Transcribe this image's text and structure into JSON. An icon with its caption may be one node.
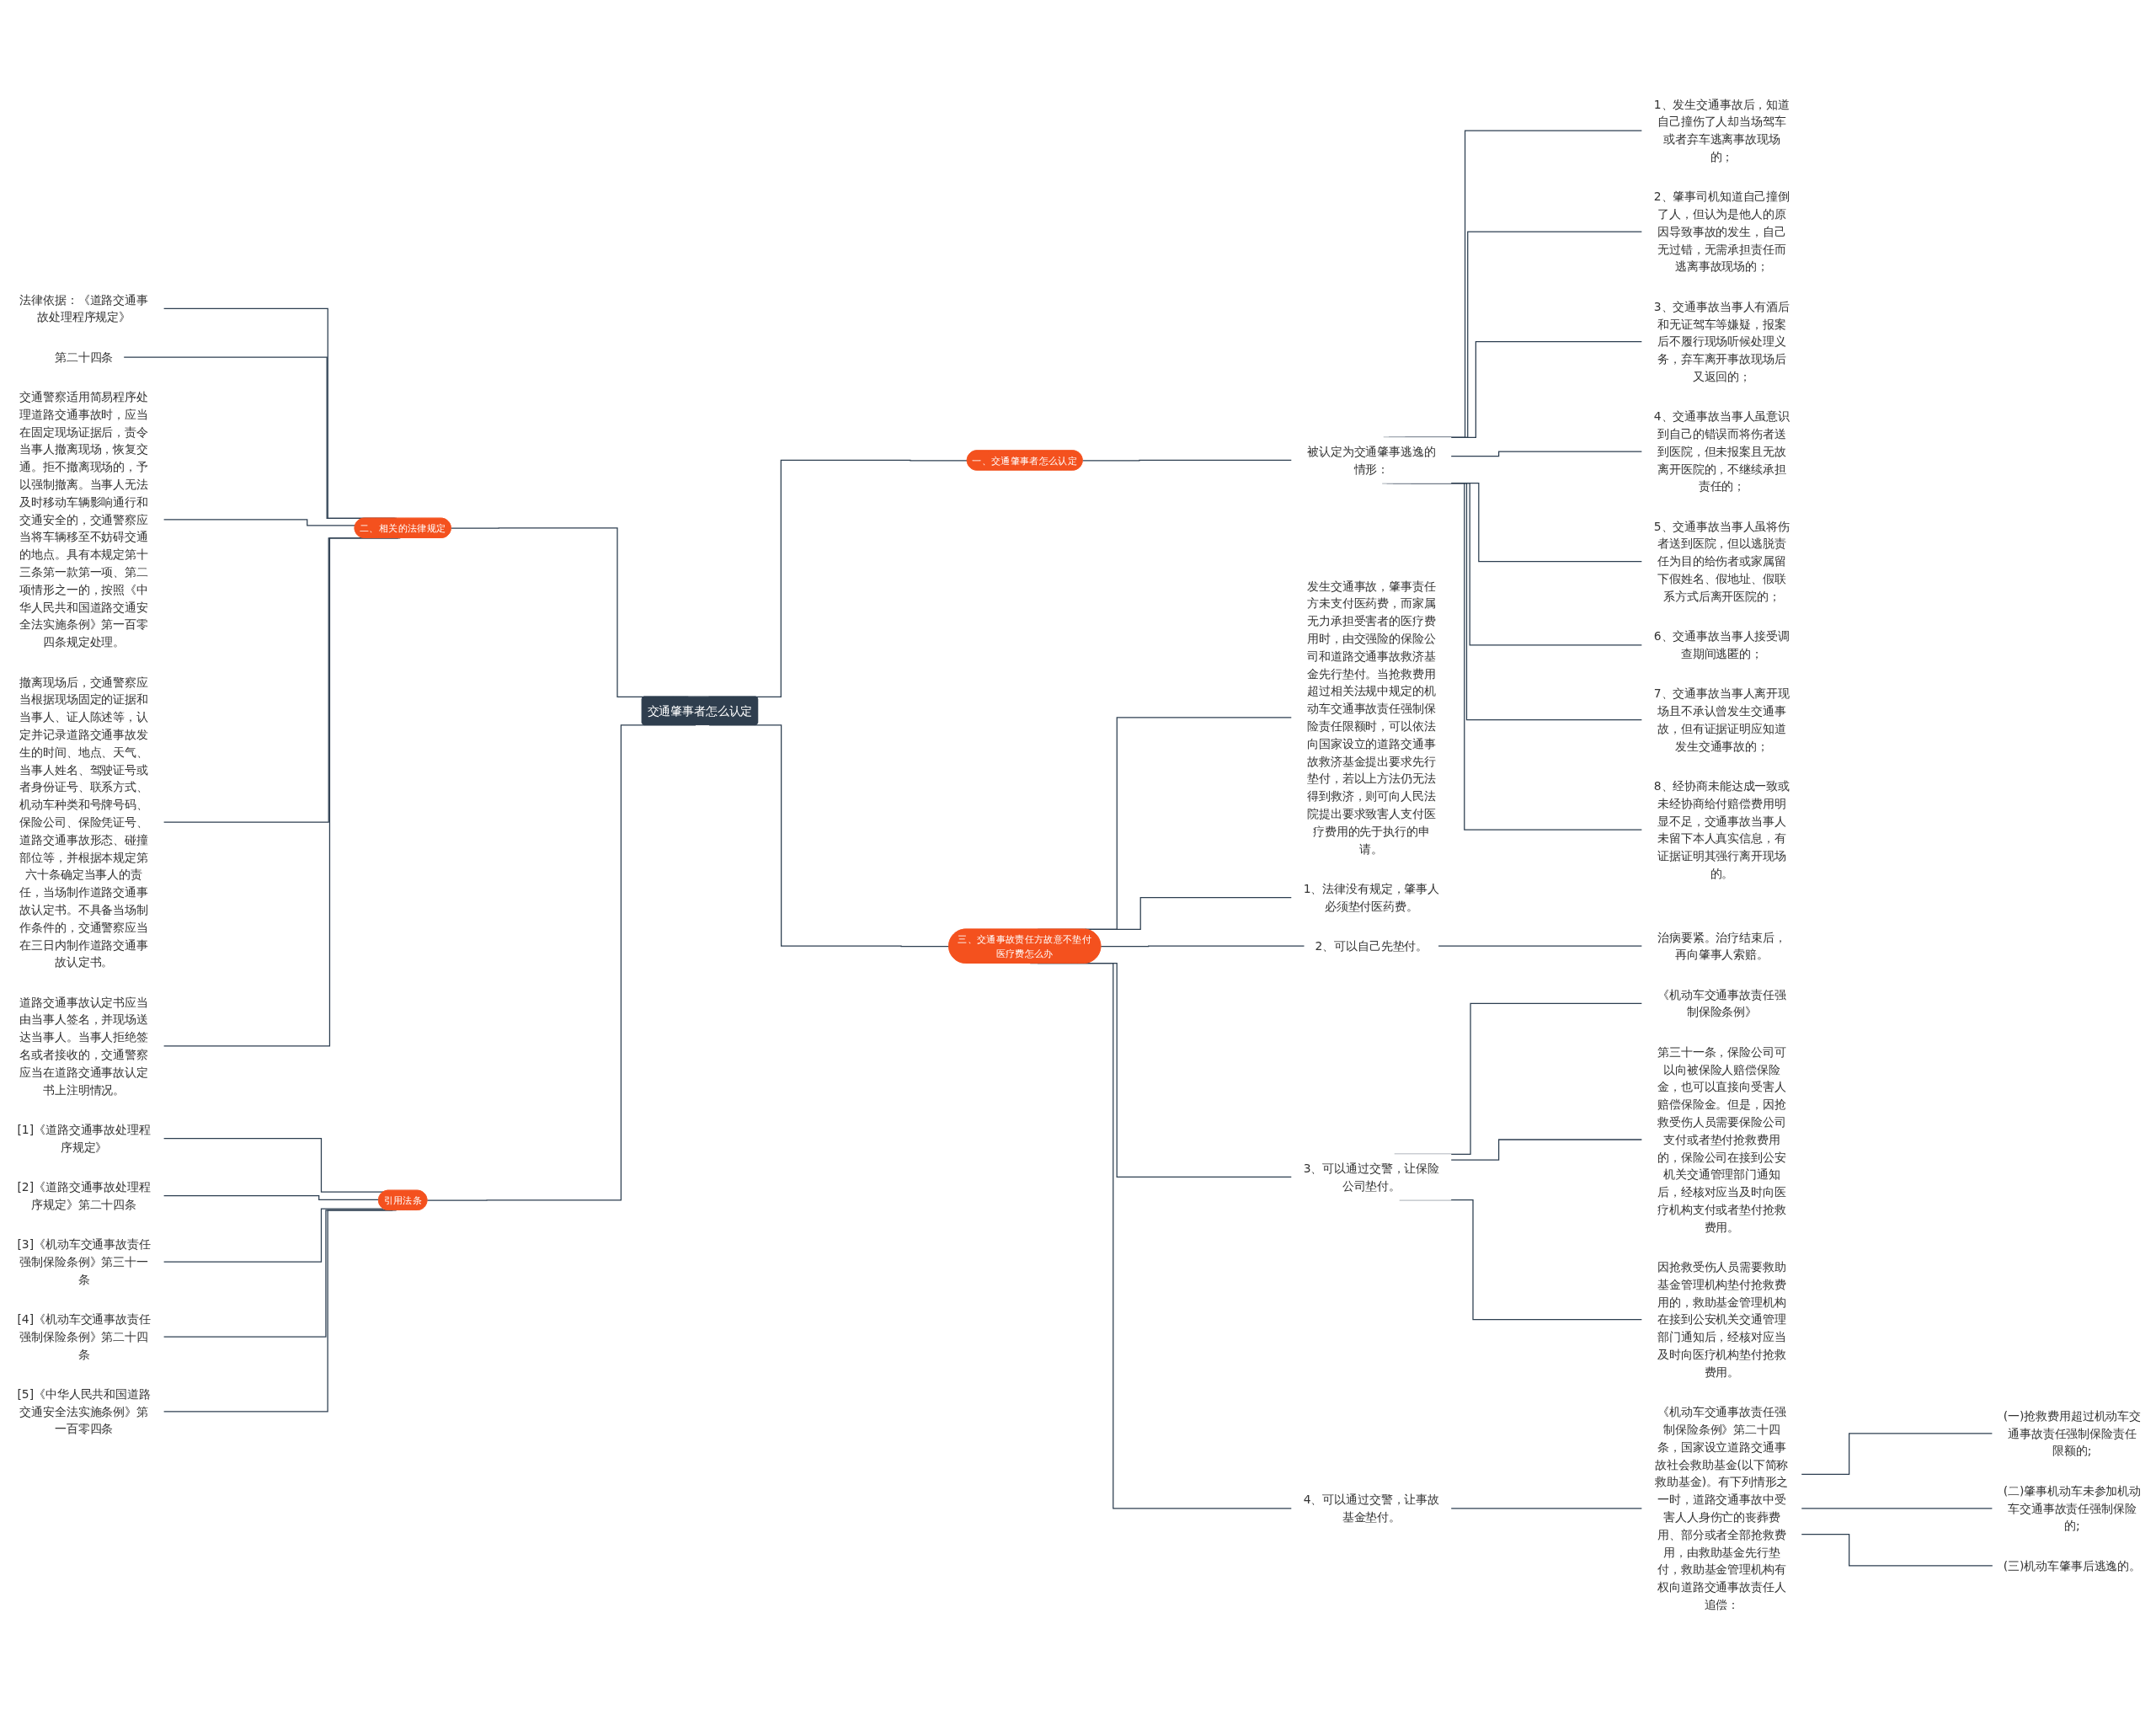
{
  "diagram": {
    "nodes": [
      {
        "text": [
          "交通肇事者怎么认定"
        ]
      },
      {
        "text": [
          "一、交通肇事者怎么认定"
        ]
      },
      {
        "text": [
          "被认定为交通肇事逃逸的情形："
        ]
      },
      {
        "text": [
          "1、发生交通事故后，知道自己撞伤了人却当场驾车或者弃车逃离事故现场的；"
        ]
      },
      {
        "text": [
          "2、肇事司机知道自己撞倒了人，但认为是他人的原因导致事故的发生，自己无过错，无需承担责任而逃离事故现场的；"
        ]
      },
      {
        "text": [
          "3、交通事故当事人有酒后和无证驾车等嫌疑，报案后不履行现场听候处理义务，弃车离开事故现场后又返回的；"
        ]
      },
      {
        "text": [
          "4、交通事故当事人虽意识到自己的错误而将伤者送到医院，但未报案且无故离开医院的，不继续承担责任的；"
        ]
      },
      {
        "text": [
          "5、交通事故当事人虽将伤者送到医院，但以逃脱责任为目的给伤者或家属留下假姓名、假地址、假联系方式后离开医院的；"
        ]
      },
      {
        "text": [
          "6、交通事故当事人接受调查期间逃匿的；"
        ]
      },
      {
        "text": [
          "7、交通事故当事人离开现场且不承认曾发生交通事故，但有证据证明应知道发生交通事故的；"
        ]
      },
      {
        "text": [
          "8、经协商未能达成一致或未经协商给付赔偿费用明显不足，交通事故当事人未留下本人真实信息，有证据证明其强行离开现场的。"
        ]
      },
      {
        "text": [
          "二、相关的法律规定"
        ]
      },
      {
        "text": [
          "法律依据：《道路交通事故处理程序规定》"
        ]
      },
      {
        "text": [
          "第二十四条"
        ]
      },
      {
        "text": [
          "交通警察适用简易程序处理道路交通事故时，应当在固定现场证据后，责令当事人撤离现场，恢复交通。拒不撤离现场的，予以强制撤离。当事人无法及时移动车辆影响通行和交通安全的，交通警察应当将车辆移至不妨碍交通的地点。具有本规定第十三条第一款第一项、第二项情形之一的，按照《中华人民共和国道路交通安全法实施条例》第一百零四条规定处理。"
        ]
      },
      {
        "text": [
          "撤离现场后，交通警察应当根据现场固定的证据和当事人、证人陈述等，认定并记录道路交通事故发生的时间、地点、天气、当事人姓名、驾驶证号或者身份证号、联系方式、机动车种类和号牌号码、保险公司、保险凭证号、道路交通事故形态、碰撞部位等，并根据本规定第六十条确定当事人的责任，当场制作道路交通事故认定书。不具备当场制作条件的，交通警察应当在三日内制作道路交通事故认定书。"
        ]
      },
      {
        "text": [
          "道路交通事故认定书应当由当事人签名，并现场送达当事人。当事人拒绝签名或者接收的，交通警察应当在道路交通事故认定书上注明情况。"
        ]
      },
      {
        "text": [
          "引用法条"
        ]
      },
      {
        "text": [
          "[1]《道路交通事故处理程序规定》"
        ]
      },
      {
        "text": [
          "[2]《道路交通事故处理程序规定》第二十四条"
        ]
      },
      {
        "text": [
          "[3]《机动车交通事故责任强制保险条例》第三十一条"
        ]
      },
      {
        "text": [
          "[4]《机动车交通事故责任强制保险条例》第二十四条"
        ]
      },
      {
        "text": [
          "[5]《中华人民共和国道路交通安全法实施条例》第一百零四条"
        ]
      },
      {
        "text": [
          "三、交通事故责任方故意不垫付医疗费怎么办"
        ]
      },
      {
        "text": [
          "发生交通事故，肇事责任方未支付医药费，而家属无力承担受害者的医疗费用时，由交强险的保险公司和道路交通事故救济基金先行垫付。当抢救费用超过相关法规中规定的机动车交通事故责任强制保险责任限额时，可以依法向国家设立的道路交通事故救济基金提出要求先行垫付，若以上方法仍无法得到救济，则可向人民法院提出要求致害人支付医疗费用的先于执行的申请。"
        ]
      },
      {
        "text": [
          "1、法律没有规定，肇事人必须垫付医药费。"
        ]
      },
      {
        "text": [
          "2、可以自己先垫付。"
        ]
      },
      {
        "text": [
          "治病要紧。治疗结束后，再向肇事人索赔。"
        ]
      },
      {
        "text": [
          "3、可以通过交警，让保险公司垫付。"
        ]
      },
      {
        "text": [
          "《机动车交通事故责任强制保险条例》"
        ]
      },
      {
        "text": [
          "第三十一条，保险公司可以向被保险人赔偿保险金，也可以直接向受害人赔偿保险金。但是，因抢救受伤人员需要保险公司支付或者垫付抢救费用的，保险公司在接到公安机关交通管理部门通知后，经核对应当及时向医疗机构支付或者垫付抢救费用。"
        ]
      },
      {
        "text": [
          "因抢救受伤人员需要救助基金管理机构垫付抢救费用的，救助基金管理机构在接到公安机关交通管理部门通知后，经核对应当及时向医疗机构垫付抢救费用。"
        ]
      },
      {
        "text": [
          "4、可以通过交警，让事故基金垫付。"
        ]
      },
      {
        "text": [
          "《机动车交通事故责任强制保险条例》第二十四条，国家设立道路交通事故社会救助基金(以下简称救助基金)。有下列情形之一时，道路交通事故中受害人人身伤亡的丧葬费用、部分或者全部抢救费用，由救助基金先行垫付，救助基金管理机构有权向道路交通事故责任人追偿："
        ]
      },
      {
        "text": [
          "(一)抢救费用超过机动车交通事故责任强制保险责任限额的;"
        ]
      },
      {
        "text": [
          "(二)肇事机动车未参加机动车交通事故责任强制保险的;"
        ]
      },
      {
        "text": [
          "(三)机动车肇事后逃逸的。"
        ]
      }
    ],
    "edges": [
      {
        "from": 0,
        "to": 1,
        "arrow": "none"
      },
      {
        "from": 1,
        "to": 2,
        "arrow": "none"
      },
      {
        "from": 2,
        "to": 3,
        "arrow": "none"
      },
      {
        "from": 2,
        "to": 4,
        "arrow": "none"
      },
      {
        "from": 2,
        "to": 5,
        "arrow": "none"
      },
      {
        "from": 2,
        "to": 6,
        "arrow": "none"
      },
      {
        "from": 2,
        "to": 7,
        "arrow": "none"
      },
      {
        "from": 2,
        "to": 8,
        "arrow": "none"
      },
      {
        "from": 2,
        "to": 9,
        "arrow": "none"
      },
      {
        "from": 2,
        "to": 10,
        "arrow": "none"
      },
      {
        "from": 11,
        "to": 0,
        "arrow": "none"
      },
      {
        "from": 12,
        "to": 11,
        "arrow": "none"
      },
      {
        "from": 13,
        "to": 11,
        "arrow": "none"
      },
      {
        "from": 14,
        "to": 11,
        "arrow": "none"
      },
      {
        "from": 15,
        "to": 11,
        "arrow": "none"
      },
      {
        "from": 16,
        "to": 11,
        "arrow": "none"
      },
      {
        "from": 17,
        "to": 0,
        "arrow": "none"
      },
      {
        "from": 18,
        "to": 17,
        "arrow": "none"
      },
      {
        "from": 19,
        "to": 17,
        "arrow": "none"
      },
      {
        "from": 20,
        "to": 17,
        "arrow": "none"
      },
      {
        "from": 21,
        "to": 17,
        "arrow": "none"
      },
      {
        "from": 22,
        "to": 17,
        "arrow": "none"
      },
      {
        "from": 0,
        "to": 23,
        "arrow": "none"
      },
      {
        "from": 23,
        "to": 24,
        "arrow": "none"
      },
      {
        "from": 23,
        "to": 25,
        "arrow": "none"
      },
      {
        "from": 23,
        "to": 26,
        "arrow": "none"
      },
      {
        "from": 26,
        "to": 27,
        "arrow": "none"
      },
      {
        "from": 23,
        "to": 28,
        "arrow": "none"
      },
      {
        "from": 28,
        "to": 29,
        "arrow": "none"
      },
      {
        "from": 28,
        "to": 30,
        "arrow": "none"
      },
      {
        "from": 28,
        "to": 31,
        "arrow": "none"
      },
      {
        "from": 23,
        "to": 32,
        "arrow": "none"
      },
      {
        "from": 32,
        "to": 33,
        "arrow": "none"
      },
      {
        "from": 33,
        "to": 34,
        "arrow": "none"
      },
      {
        "from": 33,
        "to": 35,
        "arrow": "none"
      },
      {
        "from": 33,
        "to": 36,
        "arrow": "none"
      }
    ]
  }
}
